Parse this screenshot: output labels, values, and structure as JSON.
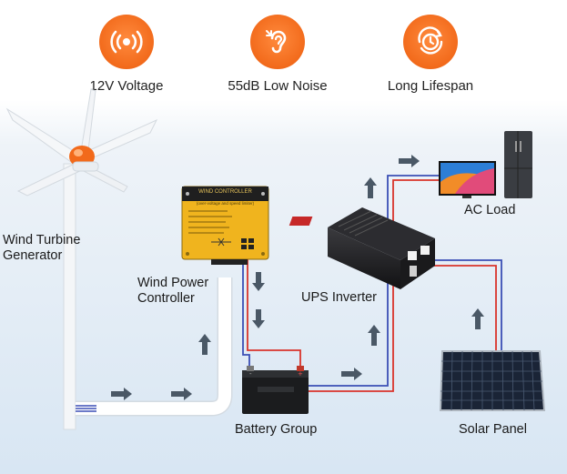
{
  "features": [
    {
      "label": "12V Voltage",
      "icon": "signal-waves-icon"
    },
    {
      "label": "55dB Low Noise",
      "icon": "ear-icon"
    },
    {
      "label": "Long Lifespan",
      "icon": "clock-cycle-icon"
    }
  ],
  "components": {
    "turbine": {
      "line1": "Wind Turbine",
      "line2": "Generator"
    },
    "controller": {
      "line1": "Wind Power",
      "line2": "Controller",
      "panel_title": "WIND CONTROLLER",
      "panel_subtitle": "(over-voltage and speed limiter)"
    },
    "inverter": {
      "label": "UPS Inverter"
    },
    "ac_load": {
      "label": "AC Load"
    },
    "battery": {
      "label": "Battery Group"
    },
    "solar": {
      "label": "Solar Panel"
    }
  },
  "colors": {
    "accent": "#f26a1b",
    "positive_wire": "#d9342b",
    "negative_wire": "#3b4fb5",
    "arrow": "#4a5866",
    "controller_body": "#f0b41e"
  }
}
